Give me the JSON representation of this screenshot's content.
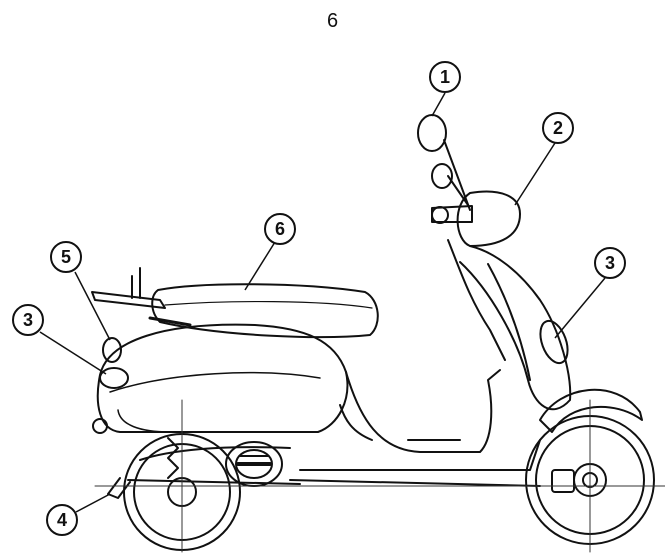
{
  "page": {
    "number": "6"
  },
  "callouts": [
    {
      "id": "1",
      "label": "1"
    },
    {
      "id": "2",
      "label": "2"
    },
    {
      "id": "3",
      "label": "3"
    },
    {
      "id": "3b",
      "label": "3"
    },
    {
      "id": "4",
      "label": "4"
    },
    {
      "id": "5",
      "label": "5"
    },
    {
      "id": "6",
      "label": "6"
    }
  ],
  "drawing": {
    "subject": "scooter-icon",
    "style": "line-art"
  }
}
